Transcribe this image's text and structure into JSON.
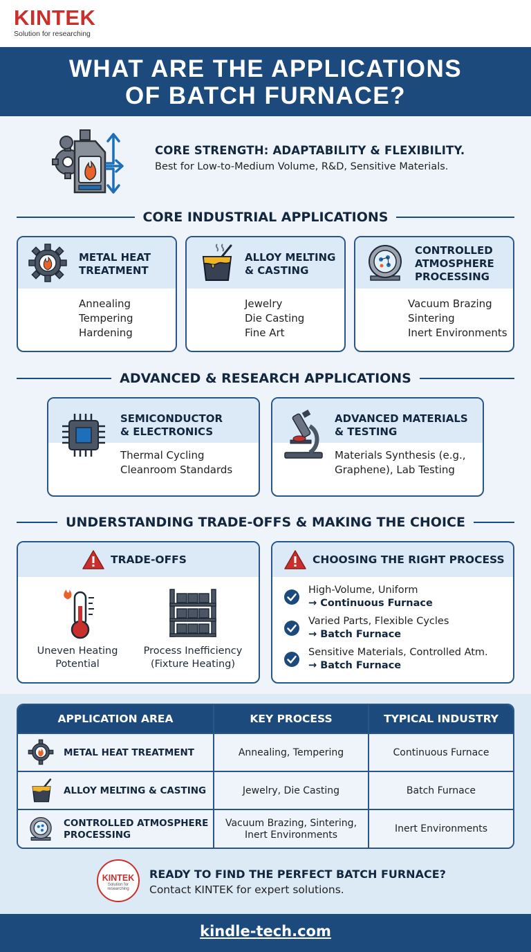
{
  "brand": {
    "name": "KINTEK",
    "tagline": "Solution for researching"
  },
  "title": {
    "line1": "WHAT ARE THE APPLICATIONS",
    "line2": "OF BATCH FURNACE?"
  },
  "intro": {
    "headline": "CORE STRENGTH: ADAPTABILITY & FLEXIBILITY.",
    "subline": "Best for Low-to-Medium Volume, R&D, Sensitive Materials.",
    "icon": "furnace-gear-arrows-icon"
  },
  "core_section": {
    "heading": "CORE INDUSTRIAL APPLICATIONS",
    "cards": [
      {
        "title_lines": [
          "METAL HEAT",
          "TREATMENT"
        ],
        "items": [
          "Annealing",
          "Tempering",
          "Hardening"
        ],
        "icon": "gear-flame-icon"
      },
      {
        "title_lines": [
          "ALLOY MELTING",
          "& CASTING"
        ],
        "items": [
          "Jewelry",
          "Die Casting",
          "Fine Art"
        ],
        "icon": "crucible-icon"
      },
      {
        "title_lines": [
          "CONTROLLED",
          "ATMOSPHERE",
          "PROCESSING"
        ],
        "items": [
          "Vacuum Brazing",
          "Sintering",
          "Inert Environments"
        ],
        "icon": "vacuum-chamber-icon"
      }
    ]
  },
  "advanced_section": {
    "heading": "ADVANCED & RESEARCH APPLICATIONS",
    "cards": [
      {
        "title_lines": [
          "SEMICONDUCTOR",
          "& ELECTRONICS"
        ],
        "items": [
          "Thermal Cycling",
          "Cleanroom Standards"
        ],
        "icon": "chip-icon"
      },
      {
        "title_lines": [
          "ADVANCED MATERIALS",
          "& TESTING"
        ],
        "items": [
          "Materials Synthesis (e.g.,",
          "Graphene), Lab Testing"
        ],
        "icon": "microscope-icon"
      }
    ]
  },
  "tradeoff_section": {
    "heading": "UNDERSTANDING TRADE-OFFS & MAKING THE CHOICE",
    "tradeoffs": {
      "title": "TRADE-OFFS",
      "icon": "warning-icon",
      "items": [
        {
          "lines": [
            "Uneven Heating",
            "Potential"
          ],
          "icon": "thermometer-icon"
        },
        {
          "lines": [
            "Process Inefficiency",
            "(Fixture Heating)"
          ],
          "icon": "rack-icon"
        }
      ]
    },
    "choosing": {
      "title": "CHOOSING THE RIGHT PROCESS",
      "icon": "warning-icon",
      "items": [
        {
          "condition": "High-Volume, Uniform",
          "result": "→ Continuous Furnace"
        },
        {
          "condition": "Varied Parts, Flexible Cycles",
          "result": "→ Batch Furnace"
        },
        {
          "condition": "Sensitive Materials, Controlled Atm.",
          "result": "→ Batch Furnace"
        }
      ]
    }
  },
  "summary_table": {
    "headers": [
      "APPLICATION AREA",
      "KEY PROCESS",
      "TYPICAL INDUSTRY"
    ],
    "rows": [
      {
        "area_lines": [
          "METAL HEAT TREATMENT"
        ],
        "process_lines": [
          "Annealing, Tempering"
        ],
        "industry": "Continuous Furnace",
        "icon": "gear-flame-icon"
      },
      {
        "area_lines": [
          "ALLOY MELTING & CASTING"
        ],
        "process_lines": [
          "Jewelry, Die Casting"
        ],
        "industry": "Batch Furnace",
        "icon": "crucible-icon"
      },
      {
        "area_lines": [
          "CONTROLLED ATMOSPHERE",
          "PROCESSING"
        ],
        "process_lines": [
          "Vacuum Brazing, Sintering,",
          "Inert Environments"
        ],
        "industry": "Inert Environments",
        "icon": "vacuum-chamber-icon"
      }
    ]
  },
  "cta": {
    "logo_word": "KINTEK",
    "logo_tag": "Solution for researching",
    "headline": "READY TO FIND THE PERFECT BATCH FURNACE?",
    "subline": "Contact KINTEK for expert solutions."
  },
  "footer": {
    "url": "kindle-tech.com"
  },
  "colors": {
    "primary": "#1c4a7c",
    "accent": "#c9302c",
    "light": "#dbeaf6",
    "flame": "#e8622a"
  }
}
